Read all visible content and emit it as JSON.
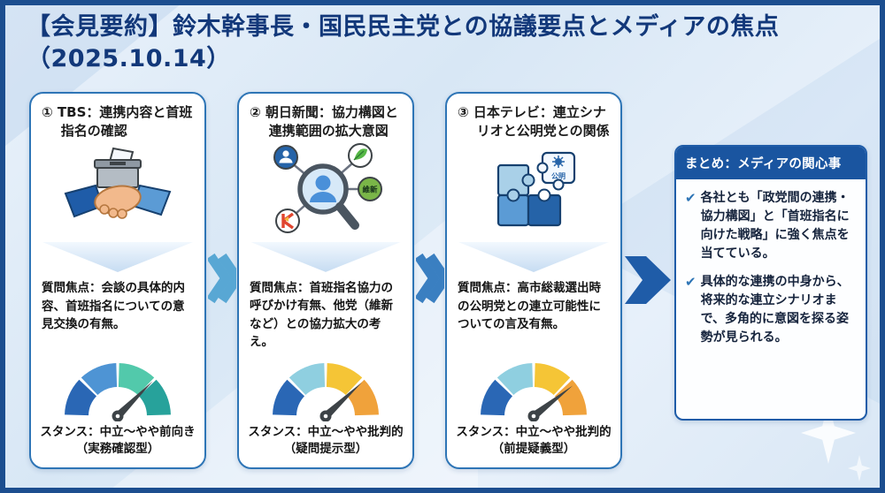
{
  "header": {
    "title": "【会見要約】鈴木幹事長・国民民主党との協議要点とメディアの焦点",
    "date_line": "（2025.10.14）"
  },
  "cards": [
    {
      "title": "① TBS：連携内容と首班指名の確認",
      "icon": "ballot-box-handshake-icon",
      "focus": "質問焦点：会談の具体的内容、首班指名についての意見交換の有無。",
      "stance": "スタンス：中立〜やや前向き",
      "stance_type": "（実務確認型）",
      "gauge": {
        "segment_colors": [
          "#2a67b5",
          "#4e94d4",
          "#52c9ab",
          "#27a29b"
        ],
        "needle_angle_deg": 45
      }
    },
    {
      "title": "② 朝日新聞：協力構図と連携範囲の拡大意図",
      "icon": "magnifier-parties-network-icon",
      "badge_ishin": "維新",
      "focus": "質問焦点：首班指名協力の呼びかけ有無、他党（維新など）との協力拡大の考え。",
      "stance": "スタンス：中立〜やや批判的",
      "stance_type": "（疑問提示型）",
      "gauge": {
        "segment_colors": [
          "#2a67b5",
          "#8fcfe0",
          "#f5c536",
          "#f0a23b"
        ],
        "needle_angle_deg": 47
      }
    },
    {
      "title": "③ 日本テレビ：連立シナリオと公明党との関係",
      "icon": "puzzle-komei-icon",
      "badge_komei": "公明",
      "focus": "質問焦点：高市総裁選出時の公明党との連立可能性についての言及有無。",
      "stance": "スタンス：中立〜やや批判的",
      "stance_type": "（前提疑義型）",
      "gauge": {
        "segment_colors": [
          "#2a67b5",
          "#8fcfe0",
          "#f5c536",
          "#f0a23b"
        ],
        "needle_angle_deg": 52
      }
    }
  ],
  "summary": {
    "title": "まとめ：メディアの関心事",
    "check_glyph": "✔",
    "items": [
      "各社とも「政党間の連携・協力構図」と「首班指名に向けた戦略」に強く焦点を当てている。",
      "具体的な連携の中身から、将来的な連立シナリオまで、多角的に意図を探る姿勢が見られる。"
    ]
  },
  "colors": {
    "frame_border": "#1c4e8f",
    "card_border": "#2e75b6",
    "header_text": "#12387a",
    "arrow_light": "#58a7d4",
    "arrow_mid": "#3a7fc1",
    "arrow_dark": "#1f5ca8",
    "summary_header_bg": "#1a55a0",
    "check_color": "#2e75b6",
    "gauge_needle": "#3d4347"
  }
}
